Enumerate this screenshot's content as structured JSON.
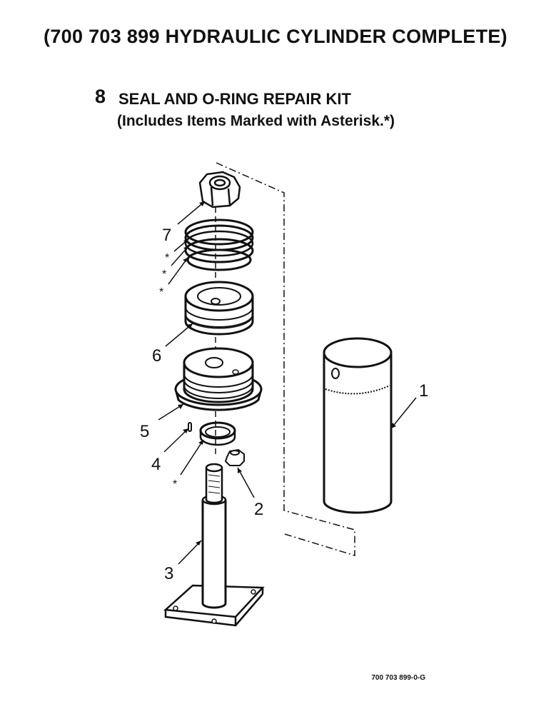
{
  "title": "(700 703 899 HYDRAULIC CYLINDER COMPLETE)",
  "repair_kit": {
    "item_number": "8",
    "name": "SEAL AND O-RING REPAIR KIT",
    "note": "(Includes Items Marked with Asterisk.*)"
  },
  "callouts": [
    {
      "id": "1",
      "part": "cylinder-barrel"
    },
    {
      "id": "2",
      "part": "bleeder-screw"
    },
    {
      "id": "3",
      "part": "piston-rod-with-base"
    },
    {
      "id": "4",
      "part": "pin"
    },
    {
      "id": "5",
      "part": "cylinder-head"
    },
    {
      "id": "6",
      "part": "piston"
    },
    {
      "id": "7",
      "part": "nut"
    }
  ],
  "asterisk_mark": "*",
  "drawing_code": "700 703 899-0-G"
}
